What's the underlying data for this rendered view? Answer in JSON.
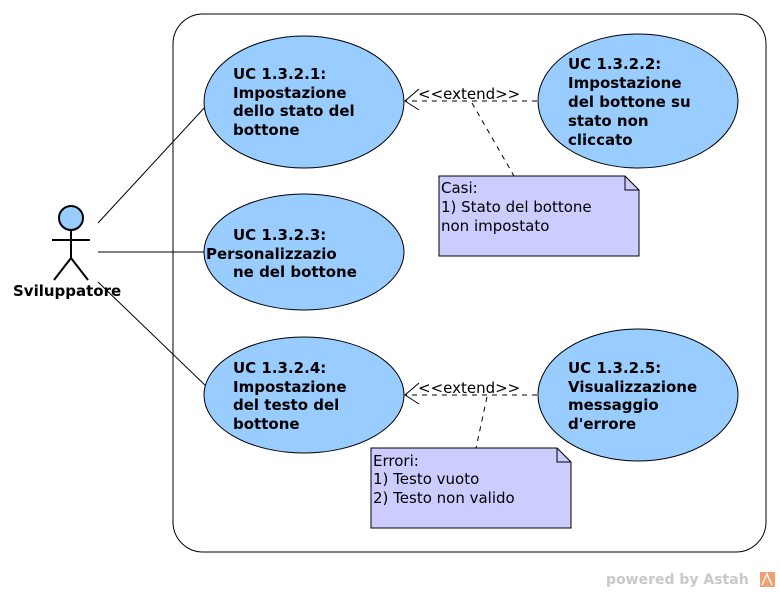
{
  "actor": {
    "name": "Sviluppatore",
    "icon": "stick-figure-icon"
  },
  "use_cases": [
    {
      "id": "uc1",
      "lines": [
        "UC 1.3.2.1:",
        "Impostazione",
        "dello stato del",
        "bottone"
      ]
    },
    {
      "id": "uc2",
      "lines": [
        "UC 1.3.2.2:",
        "Impostazione",
        "del bottone su",
        "stato non",
        "cliccato"
      ]
    },
    {
      "id": "uc3",
      "lines": [
        "UC 1.3.2.3:",
        "Personalizzazio",
        "ne del bottone"
      ]
    },
    {
      "id": "uc4",
      "lines": [
        "UC 1.3.2.4:",
        "Impostazione",
        "del testo del",
        "bottone"
      ]
    },
    {
      "id": "uc5",
      "lines": [
        "UC 1.3.2.5:",
        "Visualizzazione",
        "messaggio",
        "d'errore"
      ]
    }
  ],
  "extend_labels": [
    "<<extend>>",
    "<<extend>>"
  ],
  "notes": [
    {
      "lines": [
        "Casi:",
        "1) Stato del bottone",
        "non impostato"
      ]
    },
    {
      "lines": [
        "Errori:",
        "1) Testo vuoto",
        "2) Testo non valido"
      ]
    }
  ],
  "footer": {
    "powered": "powered by Astah"
  },
  "colors": {
    "use_case_fill": "#99ccff",
    "note_fill": "#ccccff",
    "actor_head_fill": "#99ccff",
    "stroke": "#000000"
  }
}
